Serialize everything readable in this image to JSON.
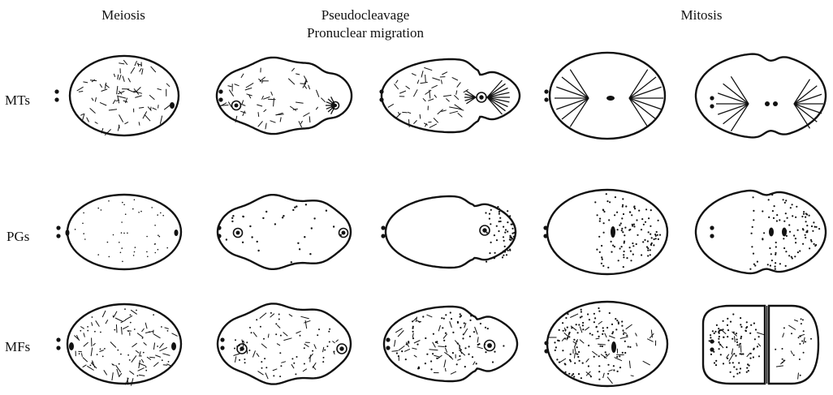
{
  "headers": {
    "meiosis": "Meiosis",
    "pseudocleavage": "Pseudocleavage",
    "pronuclear_migration": "Pronuclear migration",
    "mitosis": "Mitosis"
  },
  "rows": [
    "MTs",
    "PGs",
    "MFs"
  ],
  "stages": [
    "meiosis",
    "pseudocleavage",
    "pronuclear-migration",
    "mitosis-early",
    "mitosis-late"
  ],
  "colors": {
    "ink": "#111111",
    "background": "#ffffff"
  }
}
